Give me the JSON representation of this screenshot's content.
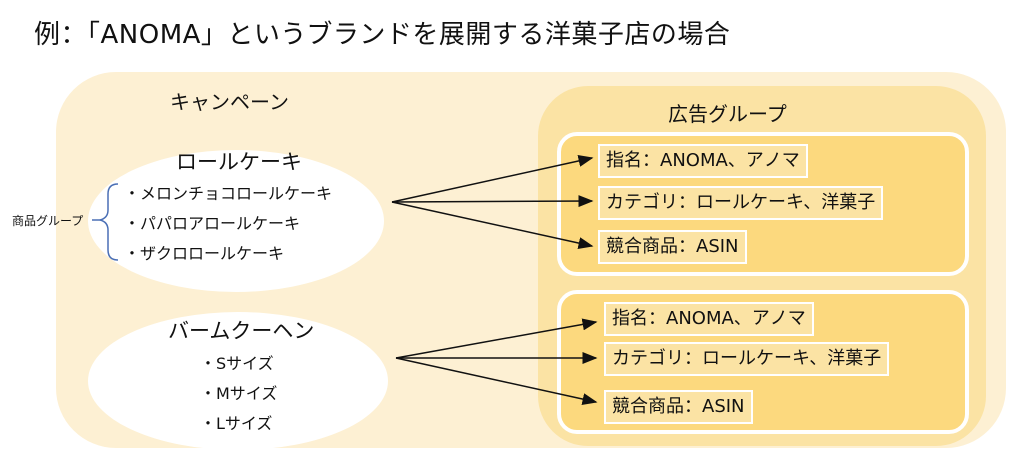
{
  "heading": "例：「ANOMA」というブランドを展開する洋菓子店の場合",
  "campaign_label": "キャンペーン",
  "adgroup_label": "広告グループ",
  "side_label": "商品グループ",
  "product_1": {
    "title": "ロールケーキ",
    "items": [
      "・メロンチョコロールケーキ",
      "・パパロアロールケーキ",
      "・ザクロロールケーキ"
    ]
  },
  "product_2": {
    "title": "バームクーヘン",
    "items": [
      "・Sサイズ",
      "・Mサイズ",
      "・Lサイズ"
    ]
  },
  "ad_group_1": {
    "keywords": [
      "指名：ANOMA、アノマ",
      "カテゴリ：ロールケーキ、洋菓子",
      "競合商品：ASIN"
    ]
  },
  "ad_group_2": {
    "keywords": [
      "指名：ANOMA、アノマ",
      "カテゴリ：ロールケーキ、洋菓子",
      "競合商品：ASIN"
    ]
  },
  "colors": {
    "campaign_bg": "#fdf0d3",
    "adgroup_bg": "#fbe3a4",
    "group_box_bg": "#fcd97e",
    "bracket": "#4a6fb5"
  }
}
